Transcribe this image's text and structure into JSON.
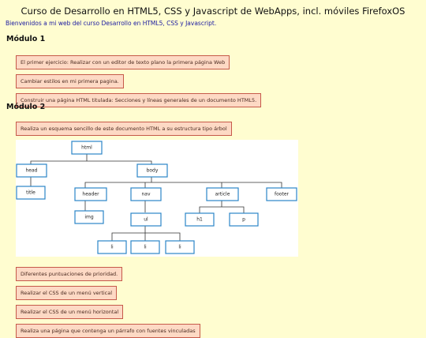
{
  "page": {
    "title": "Curso de Desarrollo en HTML5, CSS y Javascript de WebApps, incl. móviles FirefoxOS",
    "welcome": "Bienvenidos a mi web del curso Desarrollo en HTML5, CSS y Javascript."
  },
  "modulo1": {
    "heading": "Módulo 1",
    "exercises": [
      "El primer ejercicio: Realizar con un editor de texto plano la primera página Web",
      "Cambiar estilos en mi primera pagina.",
      "Construir una página HTML titulada: Secciones y líneas generales de un documento HTML5."
    ]
  },
  "modulo2": {
    "heading": "Módulo 2",
    "exercises_before": [
      "Realiza un esquema sencillo de este documento HTML a su estructura tipo árbol"
    ],
    "tree_nodes": {
      "html": "html",
      "head": "head",
      "body": "body",
      "title": "title",
      "header": "header",
      "nav": "nav",
      "article": "article",
      "footer": "footer",
      "img": "img",
      "ul": "ul",
      "h1": "h1",
      "p": "p",
      "li1": "li",
      "li2": "li",
      "li3": "li"
    },
    "exercises_after": [
      "Diferentes puntuaciones de prioridad.",
      "Realizar el CSS de un menú vertical",
      "Realizar el CSS de un menú horizontal",
      "Realiza una página que contenga un párrafo con fuentes vinculadas"
    ]
  },
  "colors": {
    "background": "#fffdd0",
    "exercise_fill": "#fdd9c4",
    "exercise_border": "#c65a4a",
    "welcome_text": "#1a1aa0",
    "tree_node_border": "#2b86c8"
  }
}
